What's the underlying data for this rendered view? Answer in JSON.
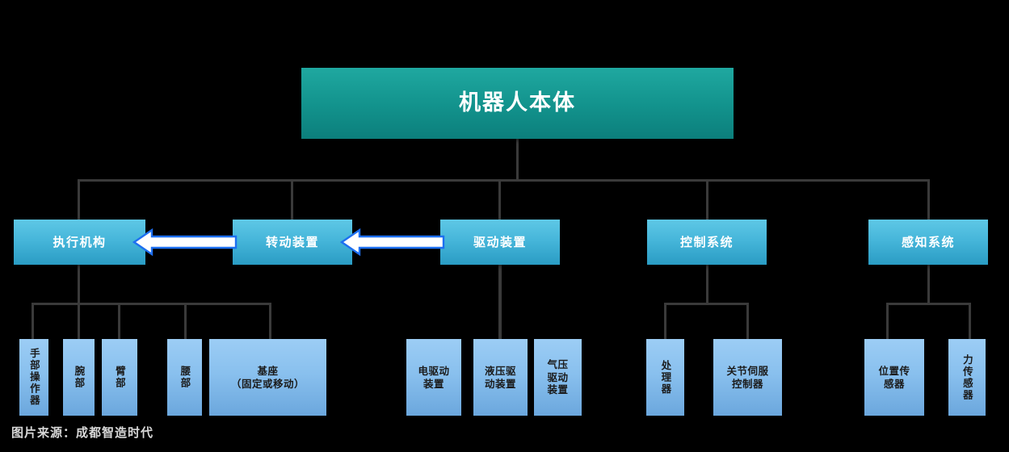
{
  "diagram": {
    "title": "机器人本体",
    "background_color": "#000000",
    "connector_color": "#3a3a3a",
    "arrow_fill_color": "#ffffff",
    "arrow_stroke_color": "#1d6ff0",
    "root_color": "#12928c",
    "level2_color": "#46b6da",
    "leaf_color": "#89c0ee"
  },
  "root": {
    "label": "机器人本体"
  },
  "branches": [
    {
      "key": "actuator",
      "label": "执行机构",
      "children": [
        {
          "key": "hand-manipulator",
          "label": "手部操作器",
          "orientation": "vertical"
        },
        {
          "key": "wrist",
          "label": "腕部",
          "orientation": "vertical"
        },
        {
          "key": "arm",
          "label": "臂部",
          "orientation": "vertical"
        },
        {
          "key": "waist",
          "label": "腰部",
          "orientation": "vertical"
        },
        {
          "key": "base",
          "label": "基座\n（固定或移动）",
          "orientation": "horizontal"
        }
      ]
    },
    {
      "key": "rotating-device",
      "label": "转动装置",
      "children": []
    },
    {
      "key": "drive-device",
      "label": "驱动装置",
      "children": [
        {
          "key": "electric-drive",
          "label": "电驱动\n装置",
          "orientation": "horizontal"
        },
        {
          "key": "hydraulic-drive",
          "label": "液压驱\n动装置",
          "orientation": "horizontal"
        },
        {
          "key": "pneumatic-drive",
          "label": "气压\n驱动\n装置",
          "orientation": "horizontal"
        }
      ]
    },
    {
      "key": "control-system",
      "label": "控制系统",
      "children": [
        {
          "key": "processor",
          "label": "处理器",
          "orientation": "vertical"
        },
        {
          "key": "joint-servo-controller",
          "label": "关节伺服\n控制器",
          "orientation": "horizontal"
        }
      ]
    },
    {
      "key": "perception-system",
      "label": "感知系统",
      "children": [
        {
          "key": "position-sensor",
          "label": "位置传\n感器",
          "orientation": "horizontal"
        },
        {
          "key": "force-sensor",
          "label": "力传感器",
          "orientation": "vertical"
        }
      ]
    }
  ],
  "flow_arrows": [
    {
      "key": "rotating-to-actuator",
      "from": "转动装置",
      "to": "执行机构",
      "direction": "left"
    },
    {
      "key": "drive-to-rotating",
      "from": "驱动装置",
      "to": "转动装置",
      "direction": "left"
    }
  ],
  "footer": {
    "source_note": "图片来源：成都智造时代"
  }
}
